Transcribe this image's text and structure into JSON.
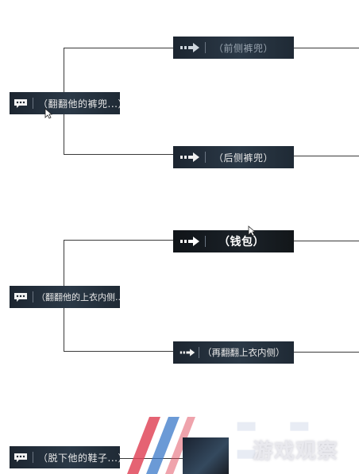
{
  "groups": [
    {
      "source": {
        "label": "（翻翻他的裤兜...）",
        "icon": "speech-bubble-icon"
      },
      "choices": [
        {
          "label": "（前侧裤兜）",
          "icon": "arrow-right-icon",
          "faded": true
        },
        {
          "label": "（后侧裤兜）",
          "icon": "arrow-right-icon",
          "faded": false
        }
      ]
    },
    {
      "source": {
        "label": "（翻翻他的上衣内侧...）",
        "icon": "speech-bubble-icon"
      },
      "choices": [
        {
          "label": "（钱包）",
          "icon": "arrow-right-icon",
          "highlighted": true
        },
        {
          "label": "（再翻翻上衣内侧）",
          "icon": "arrow-right-icon",
          "faded": false
        }
      ]
    },
    {
      "source": {
        "label": "（脱下他的鞋子...）",
        "icon": "speech-bubble-icon"
      },
      "choices": []
    }
  ],
  "watermark": {
    "text": "游戏观察"
  },
  "colors": {
    "box_dark": "#1c2530",
    "line": "#3a3a3a",
    "text": "#e8e8e8",
    "watermark_red": "#e0485a",
    "watermark_blue": "#3a78c8"
  }
}
